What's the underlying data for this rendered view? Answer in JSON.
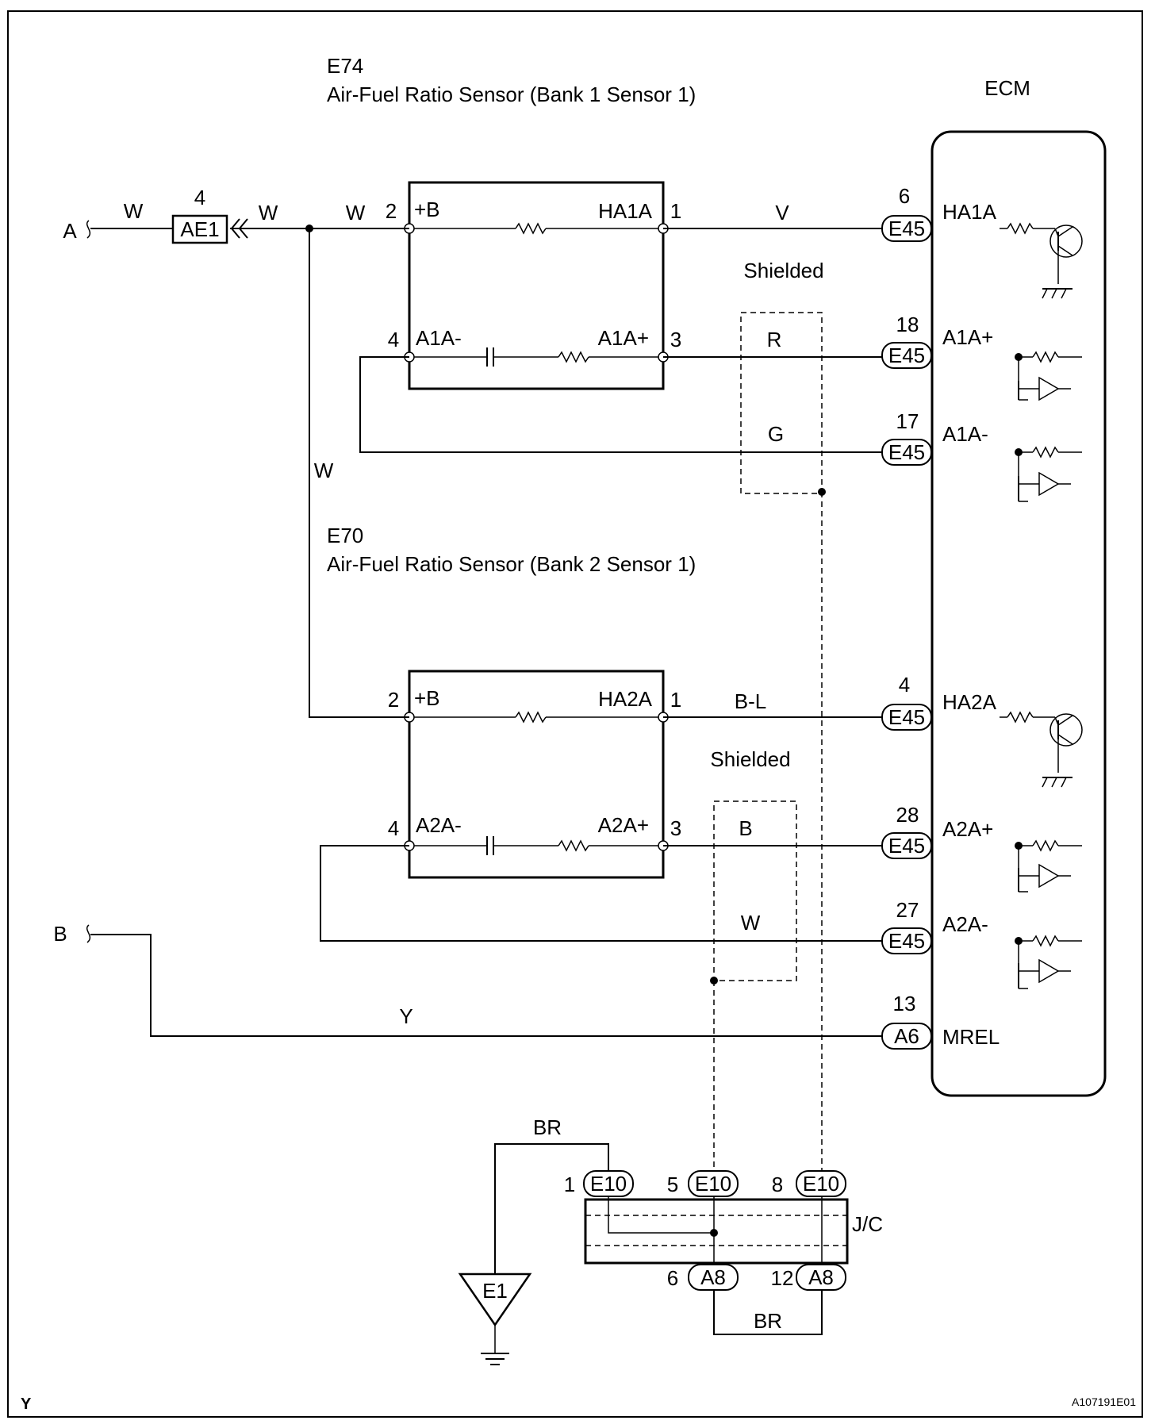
{
  "ecm": {
    "title": "ECM"
  },
  "sensor1": {
    "code": "E74",
    "name": "Air-Fuel Ratio Sensor (Bank 1 Sensor 1)",
    "pin2": "2",
    "pin1": "1",
    "pin4": "4",
    "pin3": "3",
    "term_b": "+B",
    "term_ha": "HA1A",
    "term_am": "A1A-",
    "term_ap": "A1A+"
  },
  "sensor2": {
    "code": "E70",
    "name": "Air-Fuel Ratio Sensor (Bank 2 Sensor 1)",
    "pin2": "2",
    "pin1": "1",
    "pin4": "4",
    "pin3": "3",
    "term_b": "+B",
    "term_ha": "HA2A",
    "term_am": "A2A-",
    "term_ap": "A2A+"
  },
  "connector_ae1": {
    "label": "AE1",
    "pin": "4"
  },
  "inputs": {
    "a": "A",
    "b": "B"
  },
  "wires": {
    "w_left": "W",
    "w_mid": "W",
    "w_right": "W",
    "w_vertical": "W",
    "v": "V",
    "r": "R",
    "g": "G",
    "bl": "B-L",
    "b": "B",
    "w_shield2": "W",
    "y": "Y",
    "br_top": "BR",
    "br_bottom": "BR"
  },
  "shield_labels": {
    "s1": "Shielded",
    "s2": "Shielded"
  },
  "ecm_pins": [
    {
      "num": "6",
      "conn": "E45",
      "name": "HA1A"
    },
    {
      "num": "18",
      "conn": "E45",
      "name": "A1A+"
    },
    {
      "num": "17",
      "conn": "E45",
      "name": "A1A-"
    },
    {
      "num": "4",
      "conn": "E45",
      "name": "HA2A"
    },
    {
      "num": "28",
      "conn": "E45",
      "name": "A2A+"
    },
    {
      "num": "27",
      "conn": "E45",
      "name": "A2A-"
    },
    {
      "num": "13",
      "conn": "A6",
      "name": "MREL"
    }
  ],
  "junction": {
    "label": "J/C",
    "top": [
      {
        "num": "1",
        "conn": "E10"
      },
      {
        "num": "5",
        "conn": "E10"
      },
      {
        "num": "8",
        "conn": "E10"
      }
    ],
    "bottom": [
      {
        "num": "6",
        "conn": "A8"
      },
      {
        "num": "12",
        "conn": "A8"
      }
    ]
  },
  "ground": {
    "label": "E1"
  },
  "footer": {
    "corner": "Y",
    "figure_id": "A107191E01"
  }
}
